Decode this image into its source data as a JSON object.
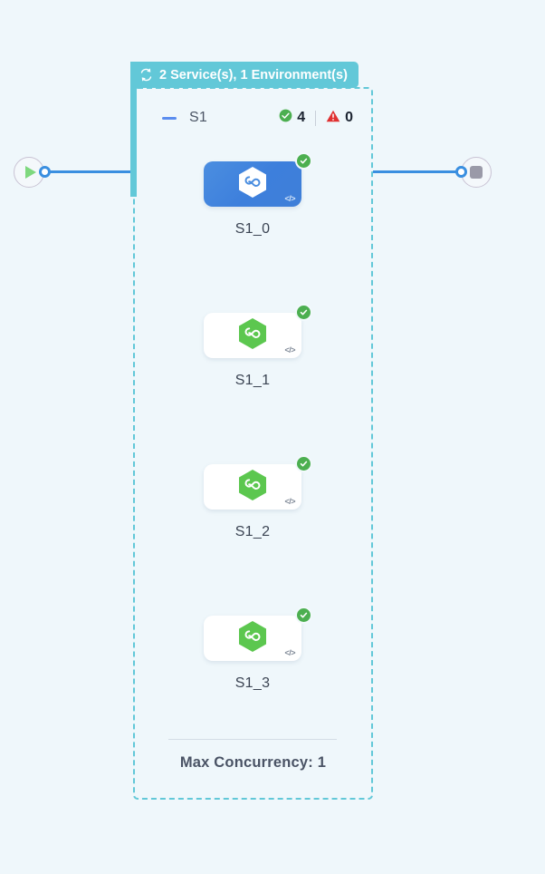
{
  "canvas": {
    "background_color": "#eff7fb"
  },
  "start_terminal": {
    "icon": "play-icon",
    "color": "#7ed87e"
  },
  "end_terminal": {
    "icon": "stop-icon",
    "color": "#9a9aa8"
  },
  "group": {
    "badge": {
      "icon": "sync-cycle-icon",
      "label": "2 Service(s), 1 Environment(s)",
      "background_color": "#62c8d8",
      "text_color": "#ffffff"
    },
    "border_color": "#62c8d8",
    "service_row": {
      "collapse_icon": "minus-collapse-icon",
      "name": "S1",
      "success": {
        "icon": "check-circle-icon",
        "count": "4",
        "color": "#4caf50"
      },
      "error": {
        "icon": "warning-triangle-icon",
        "count": "0",
        "color": "#e03131"
      }
    },
    "nodes": [
      {
        "label": "S1_0",
        "selected": true,
        "status_icon": "check-circle-icon",
        "code_icon": "</>",
        "service_icon": "hexagon-loop-icon",
        "accent_color": "#3d7fdc"
      },
      {
        "label": "S1_1",
        "selected": false,
        "status_icon": "check-circle-icon",
        "code_icon": "</>",
        "service_icon": "hexagon-loop-icon",
        "accent_color": "#5cc74f"
      },
      {
        "label": "S1_2",
        "selected": false,
        "status_icon": "check-circle-icon",
        "code_icon": "</>",
        "service_icon": "hexagon-loop-icon",
        "accent_color": "#5cc74f"
      },
      {
        "label": "S1_3",
        "selected": false,
        "status_icon": "check-circle-icon",
        "code_icon": "</>",
        "service_icon": "hexagon-loop-icon",
        "accent_color": "#5cc74f"
      }
    ],
    "footer": {
      "max_concurrency_label": "Max Concurrency: 1"
    }
  }
}
